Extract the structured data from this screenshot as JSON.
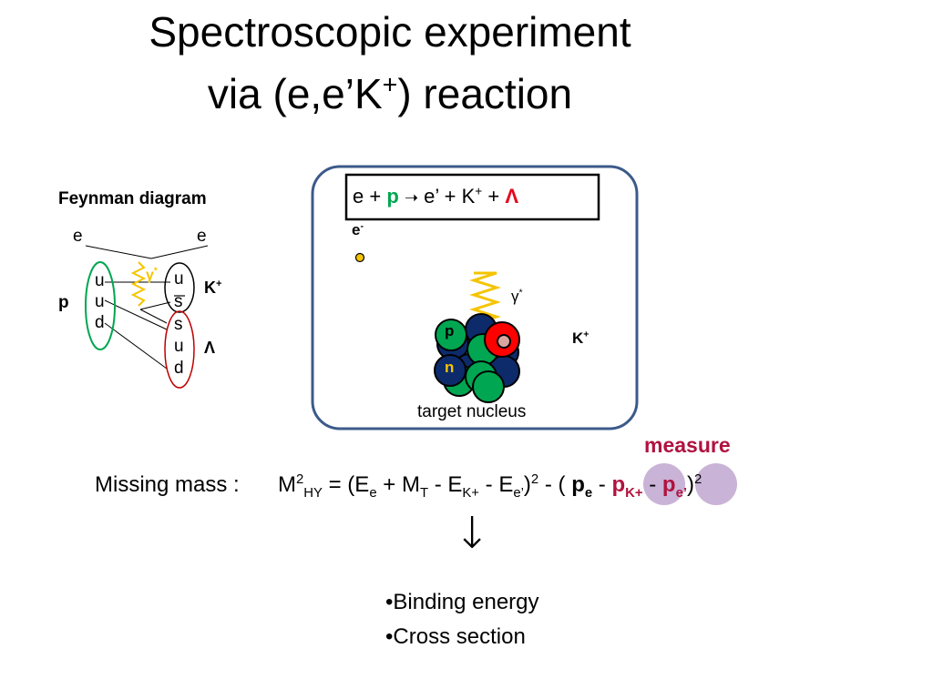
{
  "title": {
    "line1": "Spectroscopic experiment",
    "line2_pre": "via (e,e’K",
    "line2_sup": "+",
    "line2_post": ") reaction"
  },
  "feynman": {
    "heading": "Feynman diagram",
    "e_in": "e",
    "e_out": "e",
    "proton_label": "p",
    "proton_quarks": [
      "u",
      "u",
      "d"
    ],
    "kaon_quarks": [
      "u",
      "s"
    ],
    "lambda_quarks": [
      "s",
      "u",
      "d"
    ],
    "gamma": "γ",
    "gamma_sup": "*",
    "kaon_label": "K",
    "kaon_sup": "+",
    "lambda_label": "Λ"
  },
  "reaction": {
    "e": "e",
    "plus": "+",
    "p": "p",
    "arrow": "➝",
    "eprime": "e’",
    "k": "K",
    "k_sup": "+",
    "lambda": "Λ",
    "electron_label": "e",
    "electron_sup": "-",
    "gamma": "γ",
    "gamma_sup": "*",
    "kaon_label": "K",
    "kaon_sup": "+",
    "proton_mark": "p",
    "neutron_mark": "n",
    "nucleus_label": "target nucleus"
  },
  "measure_label": "measure",
  "missing_mass": {
    "label": "Missing mass :",
    "M": "M",
    "M_sup": "2",
    "M_sub": "HY",
    "eq": " = (E",
    "Ee_sub": "e",
    "plusM": " + M",
    "MT_sub": "T",
    "minusE1": " - E",
    "EK_sub": "K+",
    "minusE2": " - E",
    "Eep_sub": "e’",
    "close1": ")",
    "sq1": "2",
    "open2": " - ( ",
    "pe": "p",
    "pe_sub": "e",
    "minus3": " - ",
    "pK": "p",
    "pK_sub": "K+",
    "minus4": " - ",
    "pep": "p",
    "pep_sub": "e’",
    "close2": ")",
    "sq2": "2"
  },
  "down_arrow": "↓",
  "bullets": [
    "•Binding energy",
    "•Cross section"
  ],
  "colors": {
    "proton_green": "#00a651",
    "lambda_red": "#c00000",
    "neutron_navy": "#0d2b6b",
    "gamma_yellow": "#f5c400",
    "box_blue": "#3c5a8a",
    "highlight": "#c9b3d6",
    "measure_maroon": "#b0123f"
  }
}
